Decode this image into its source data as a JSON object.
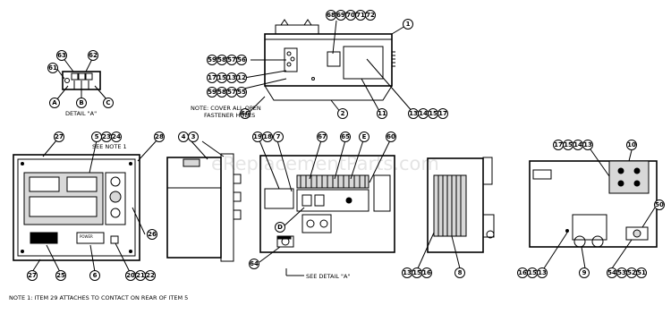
{
  "notes": {
    "cover_note_line1": "NOTE: COVER ALL OPEN",
    "cover_note_line2": "FASTENER HOLES",
    "see_note_1": "SEE NOTE 1",
    "see_detail_a": "SEE DETAIL \"A\"",
    "detail_a_title": "DETAIL \"A\"",
    "footer_note": "NOTE 1: ITEM 29 ATTACHES TO CONTACT ON REAR OF ITEM 5"
  },
  "watermark": "eReplacementParts.com",
  "callouts": {
    "top": [
      "68",
      "69",
      "70",
      "71",
      "72",
      "1",
      "59",
      "58",
      "57",
      "56",
      "17",
      "15",
      "13",
      "12",
      "59",
      "58",
      "57",
      "55",
      "66",
      "2",
      "11",
      "13",
      "14",
      "15",
      "17"
    ],
    "detail": [
      "63",
      "62",
      "61",
      "A",
      "B",
      "C"
    ],
    "front": [
      "27",
      "5",
      "23",
      "24",
      "28",
      "26",
      "27",
      "25",
      "6",
      "20",
      "21",
      "22"
    ],
    "side": [
      "4",
      "3"
    ],
    "inner": [
      "19",
      "18",
      "7",
      "67",
      "65",
      "E",
      "60",
      "D",
      "64",
      "13",
      "15",
      "16",
      "8"
    ],
    "right": [
      "17",
      "15",
      "14",
      "13",
      "10",
      "50",
      "16",
      "15",
      "13",
      "9",
      "54",
      "53",
      "52",
      "51"
    ]
  }
}
